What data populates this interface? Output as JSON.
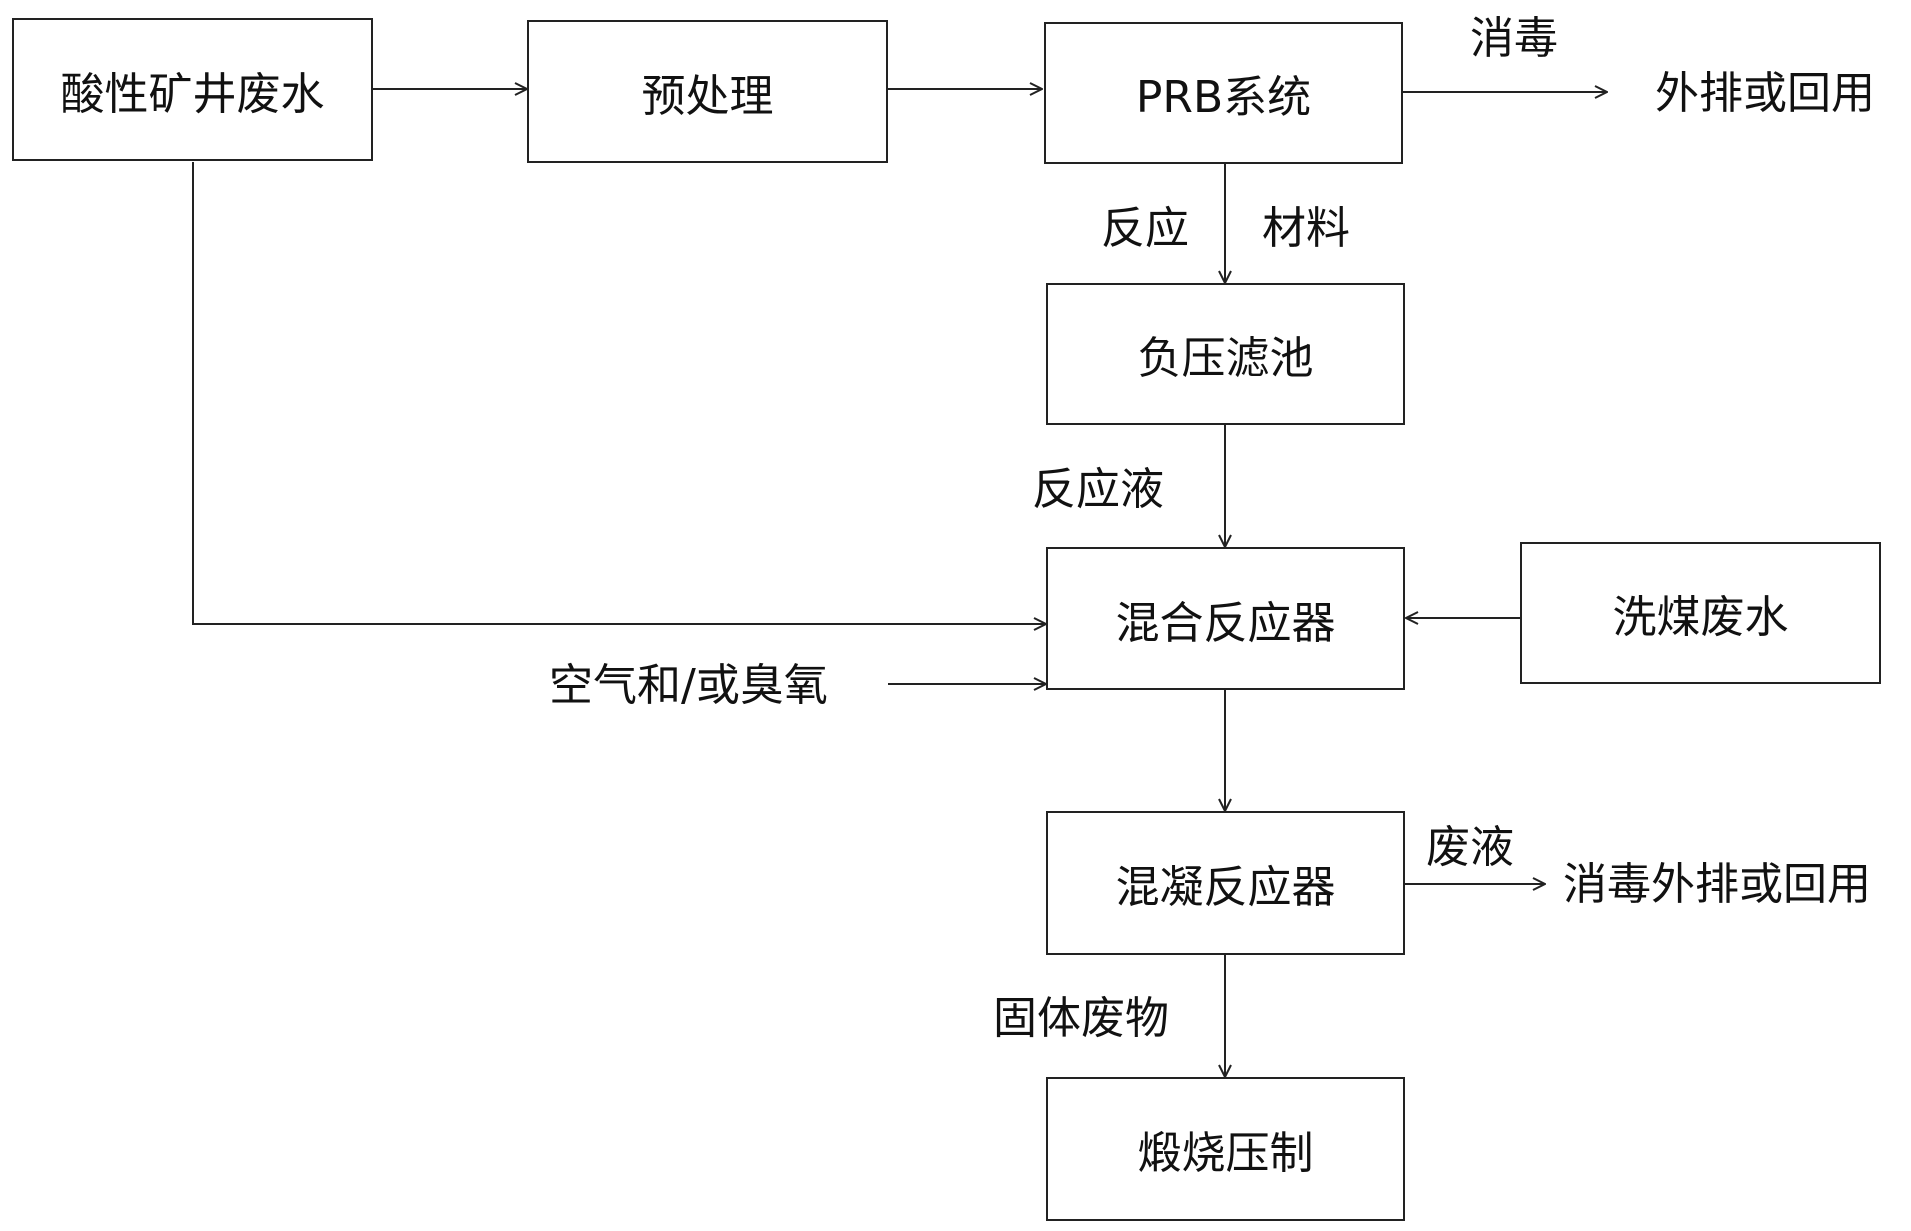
{
  "nodes": {
    "acid_mine_water": "酸性矿井废水",
    "pretreatment": "预处理",
    "prb_system": "PRB系统",
    "negative_pressure_filter": "负压滤池",
    "mixing_reactor": "混合反应器",
    "coal_washing_water": "洗煤废水",
    "coagulation_reactor": "混凝反应器",
    "calcination_pressing": "煅烧压制"
  },
  "labels": {
    "disinfect": "消毒",
    "discharge_or_reuse": "外排或回用",
    "reaction": "反应",
    "material": "材料",
    "reaction_liquid": "反应液",
    "air_ozone": "空气和/或臭氧",
    "waste_liquid": "废液",
    "disinfect_discharge_reuse": "消毒外排或回用",
    "solid_waste": "固体废物"
  }
}
